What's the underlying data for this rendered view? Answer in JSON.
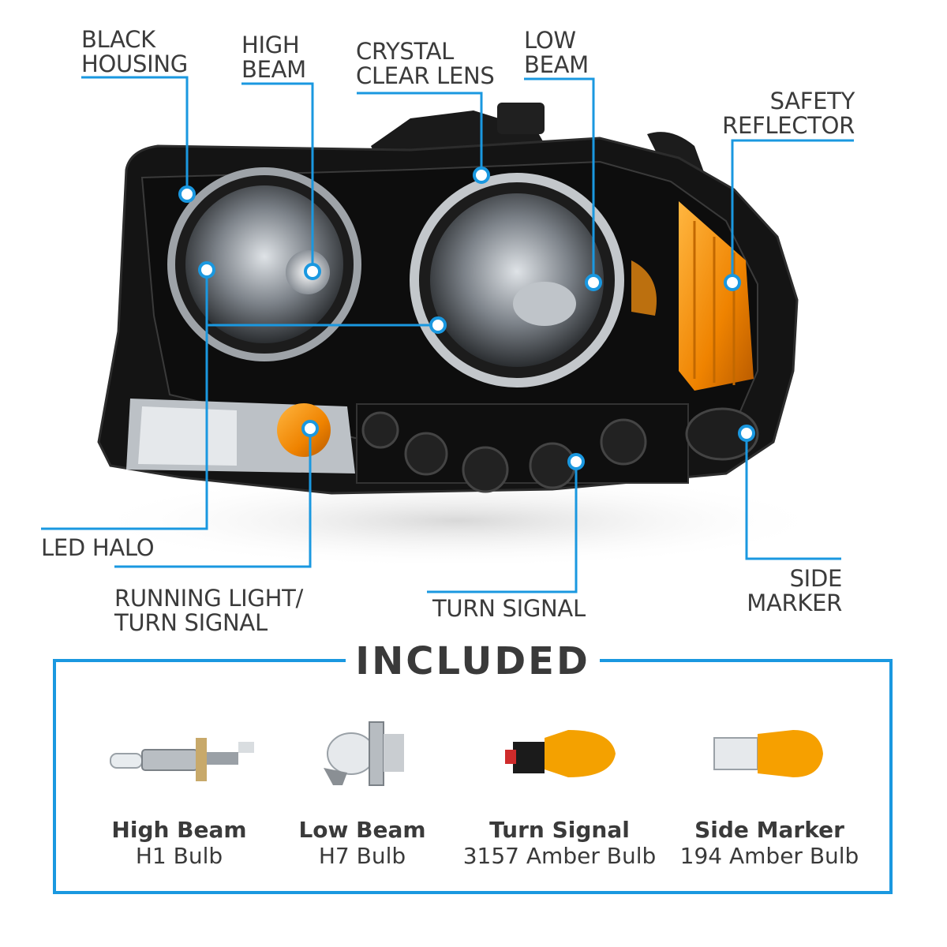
{
  "callouts": {
    "black_housing": [
      "BLACK",
      "HOUSING"
    ],
    "high_beam": [
      "HIGH",
      "BEAM"
    ],
    "crystal_clear_lens": [
      "CRYSTAL",
      "CLEAR LENS"
    ],
    "low_beam": [
      "LOW",
      "BEAM"
    ],
    "safety_reflector": [
      "SAFETY",
      "REFLECTOR"
    ],
    "led_halo": [
      "LED HALO"
    ],
    "running_light": [
      "RUNNING LIGHT/",
      "TURN SIGNAL"
    ],
    "turn_signal": [
      "TURN SIGNAL"
    ],
    "side_marker": [
      "SIDE",
      "MARKER"
    ]
  },
  "included": {
    "title": "INCLUDED",
    "bulbs": [
      {
        "name": "High Beam",
        "type": "H1 Bulb"
      },
      {
        "name": "Low Beam",
        "type": "H7 Bulb"
      },
      {
        "name": "Turn Signal",
        "type": "3157 Amber Bulb"
      },
      {
        "name": "Side Marker",
        "type": "194 Amber Bulb"
      }
    ]
  },
  "colors": {
    "accent": "#1a98e0",
    "housing": "#151515",
    "amber": "#f28a00",
    "text": "#3a3a3a"
  }
}
